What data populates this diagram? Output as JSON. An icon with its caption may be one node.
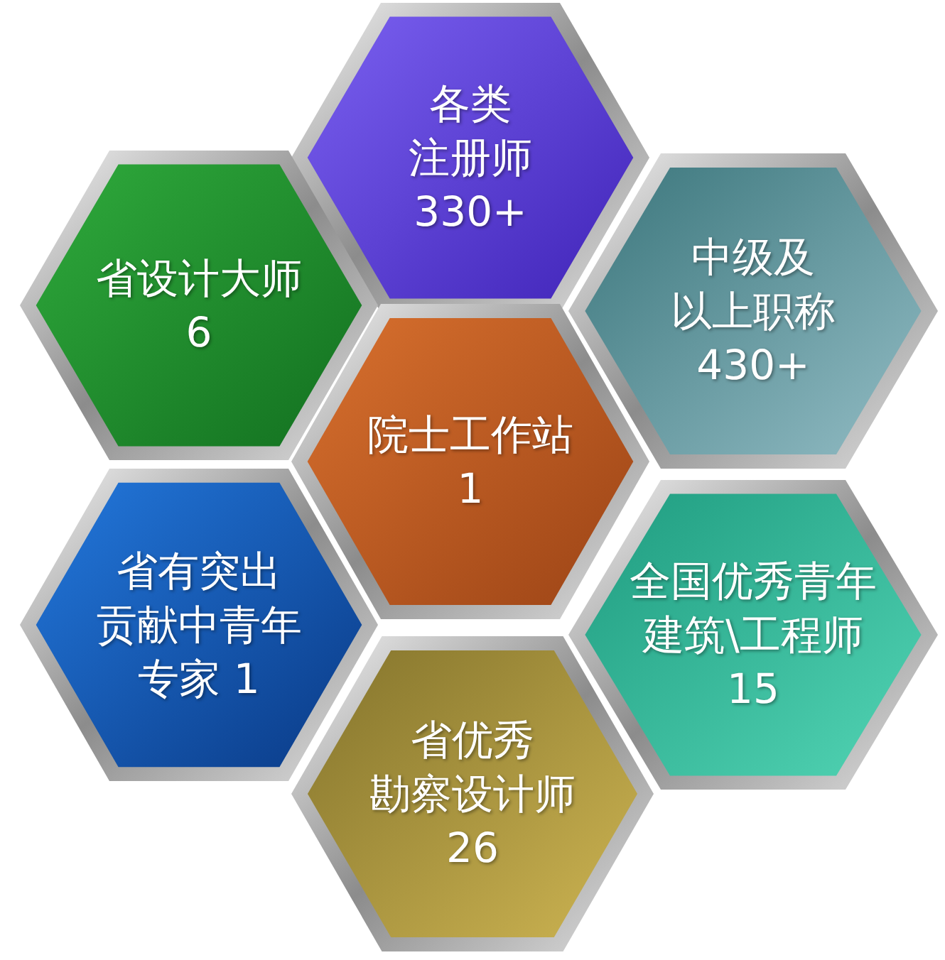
{
  "diagram": {
    "nodes": [
      {
        "text": [
          "各类注册师",
          "330+"
        ]
      },
      {
        "text": [
          "省设计大师",
          "6"
        ]
      },
      {
        "text": [
          "中级及以上职称",
          "430+"
        ]
      },
      {
        "text": [
          "院士工作站",
          "1"
        ]
      },
      {
        "text": [
          "省有突出贡献中青年专家 1"
        ]
      },
      {
        "text": [
          "全国优秀青年建筑\\工程师",
          "15"
        ]
      },
      {
        "text": [
          "省优秀勘察设计师",
          "26"
        ]
      }
    ]
  }
}
